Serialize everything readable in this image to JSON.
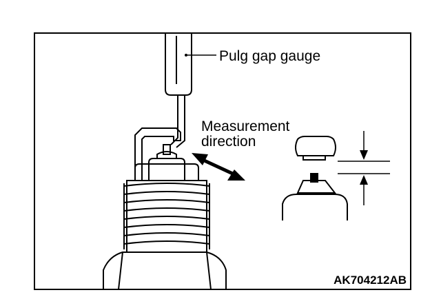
{
  "figure": {
    "labels": {
      "gauge": "Pulg gap gauge",
      "measurement_line1": "Measurement",
      "measurement_line2": "direction",
      "figure_code": "AK704212AB"
    },
    "colors": {
      "stroke": "#000000",
      "background": "#ffffff",
      "electrode": "#000000"
    }
  }
}
